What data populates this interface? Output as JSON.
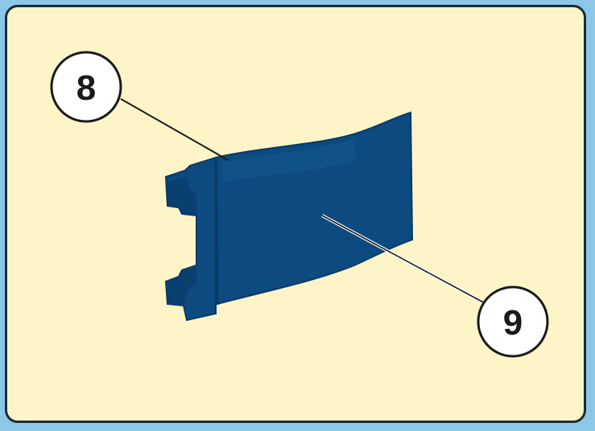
{
  "callouts": [
    {
      "id": "8",
      "label": "8"
    },
    {
      "id": "9",
      "label": "9"
    }
  ],
  "colors": {
    "background_outer": "#8cc7e8",
    "panel": "#fdf5c8",
    "panel_border": "#1f2a36",
    "part_fill": "#0c4a80",
    "part_shadow": "#083a66",
    "part_highlight": "#1a5e98",
    "leader_line": "#1a1a1a",
    "callout_circle_fill": "#ffffff",
    "callout_circle_stroke": "#1a1a1a"
  }
}
